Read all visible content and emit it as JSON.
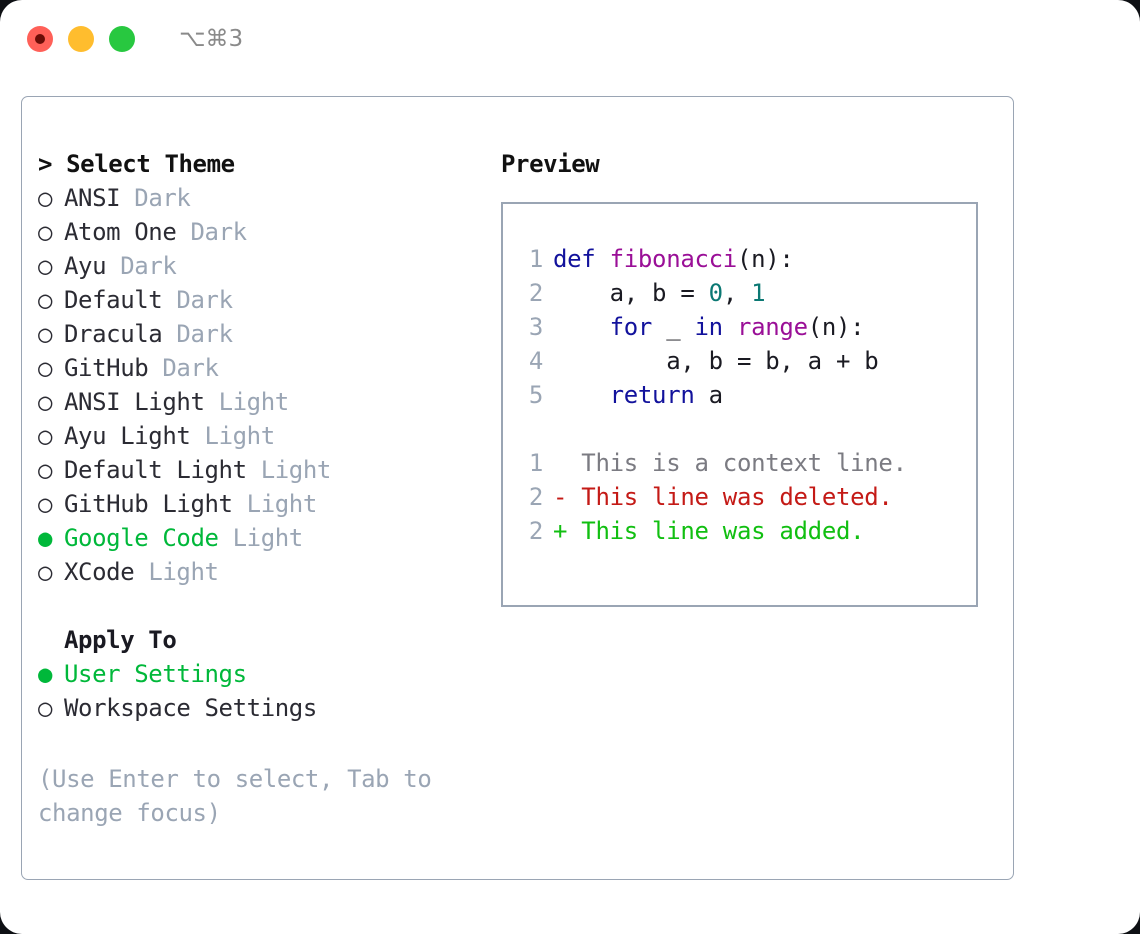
{
  "window": {
    "traffic_lights": [
      "close",
      "minimize",
      "maximize"
    ],
    "shortcut": "⌥⌘3",
    "colors": {
      "close": "#ff6058",
      "minimize": "#ffbd2e",
      "maximize": "#28c840",
      "accent_green": "#00b83a",
      "muted": "#9aa5b4",
      "border": "#9aa5b4"
    }
  },
  "left": {
    "header": "> Select Theme",
    "themes": [
      {
        "bullet": "○",
        "name": "ANSI",
        "category": "Dark",
        "selected": false
      },
      {
        "bullet": "○",
        "name": "Atom One",
        "category": "Dark",
        "selected": false
      },
      {
        "bullet": "○",
        "name": "Ayu",
        "category": "Dark",
        "selected": false
      },
      {
        "bullet": "○",
        "name": "Default",
        "category": "Dark",
        "selected": false
      },
      {
        "bullet": "○",
        "name": "Dracula",
        "category": "Dark",
        "selected": false
      },
      {
        "bullet": "○",
        "name": "GitHub",
        "category": "Dark",
        "selected": false
      },
      {
        "bullet": "○",
        "name": "ANSI Light",
        "category": "Light",
        "selected": false
      },
      {
        "bullet": "○",
        "name": "Ayu Light",
        "category": "Light",
        "selected": false
      },
      {
        "bullet": "○",
        "name": "Default Light",
        "category": "Light",
        "selected": false
      },
      {
        "bullet": "○",
        "name": "GitHub Light",
        "category": "Light",
        "selected": false
      },
      {
        "bullet": "●",
        "name": "Google Code",
        "category": "Light",
        "selected": true
      },
      {
        "bullet": "○",
        "name": "XCode",
        "category": "Light",
        "selected": false
      }
    ],
    "apply_to": {
      "header": "Apply To",
      "options": [
        {
          "bullet": "●",
          "label": "User Settings",
          "selected": true
        },
        {
          "bullet": "○",
          "label": "Workspace Settings",
          "selected": false
        }
      ]
    },
    "hint": "(Use Enter to select, Tab to change focus)"
  },
  "right": {
    "title": "Preview",
    "code_lines": [
      {
        "num": "1",
        "tokens": [
          {
            "t": "def",
            "c": "kw"
          },
          {
            "t": " ",
            "c": "pl"
          },
          {
            "t": "fibonacci",
            "c": "fn"
          },
          {
            "t": "(n):",
            "c": "pl"
          }
        ]
      },
      {
        "num": "2",
        "tokens": [
          {
            "t": "    a, b = ",
            "c": "pl"
          },
          {
            "t": "0",
            "c": "num"
          },
          {
            "t": ", ",
            "c": "pl"
          },
          {
            "t": "1",
            "c": "num"
          }
        ]
      },
      {
        "num": "3",
        "tokens": [
          {
            "t": "    ",
            "c": "pl"
          },
          {
            "t": "for",
            "c": "kw"
          },
          {
            "t": " _ ",
            "c": "pl"
          },
          {
            "t": "in",
            "c": "kw"
          },
          {
            "t": " ",
            "c": "pl"
          },
          {
            "t": "range",
            "c": "fn"
          },
          {
            "t": "(n):",
            "c": "pl"
          }
        ]
      },
      {
        "num": "4",
        "tokens": [
          {
            "t": "        a, b = b, a + b",
            "c": "pl"
          }
        ]
      },
      {
        "num": "5",
        "tokens": [
          {
            "t": "    ",
            "c": "pl"
          },
          {
            "t": "return",
            "c": "kw"
          },
          {
            "t": " a",
            "c": "pl"
          }
        ]
      },
      {
        "num": "",
        "tokens": [
          {
            "t": "",
            "c": "pl"
          }
        ]
      },
      {
        "num": "1",
        "tokens": [
          {
            "t": "  This is a context line.",
            "c": "ctx"
          }
        ]
      },
      {
        "num": "2",
        "tokens": [
          {
            "t": "- This line was deleted.",
            "c": "del"
          }
        ]
      },
      {
        "num": "2",
        "tokens": [
          {
            "t": "+ This line was added.",
            "c": "add"
          }
        ]
      }
    ]
  }
}
